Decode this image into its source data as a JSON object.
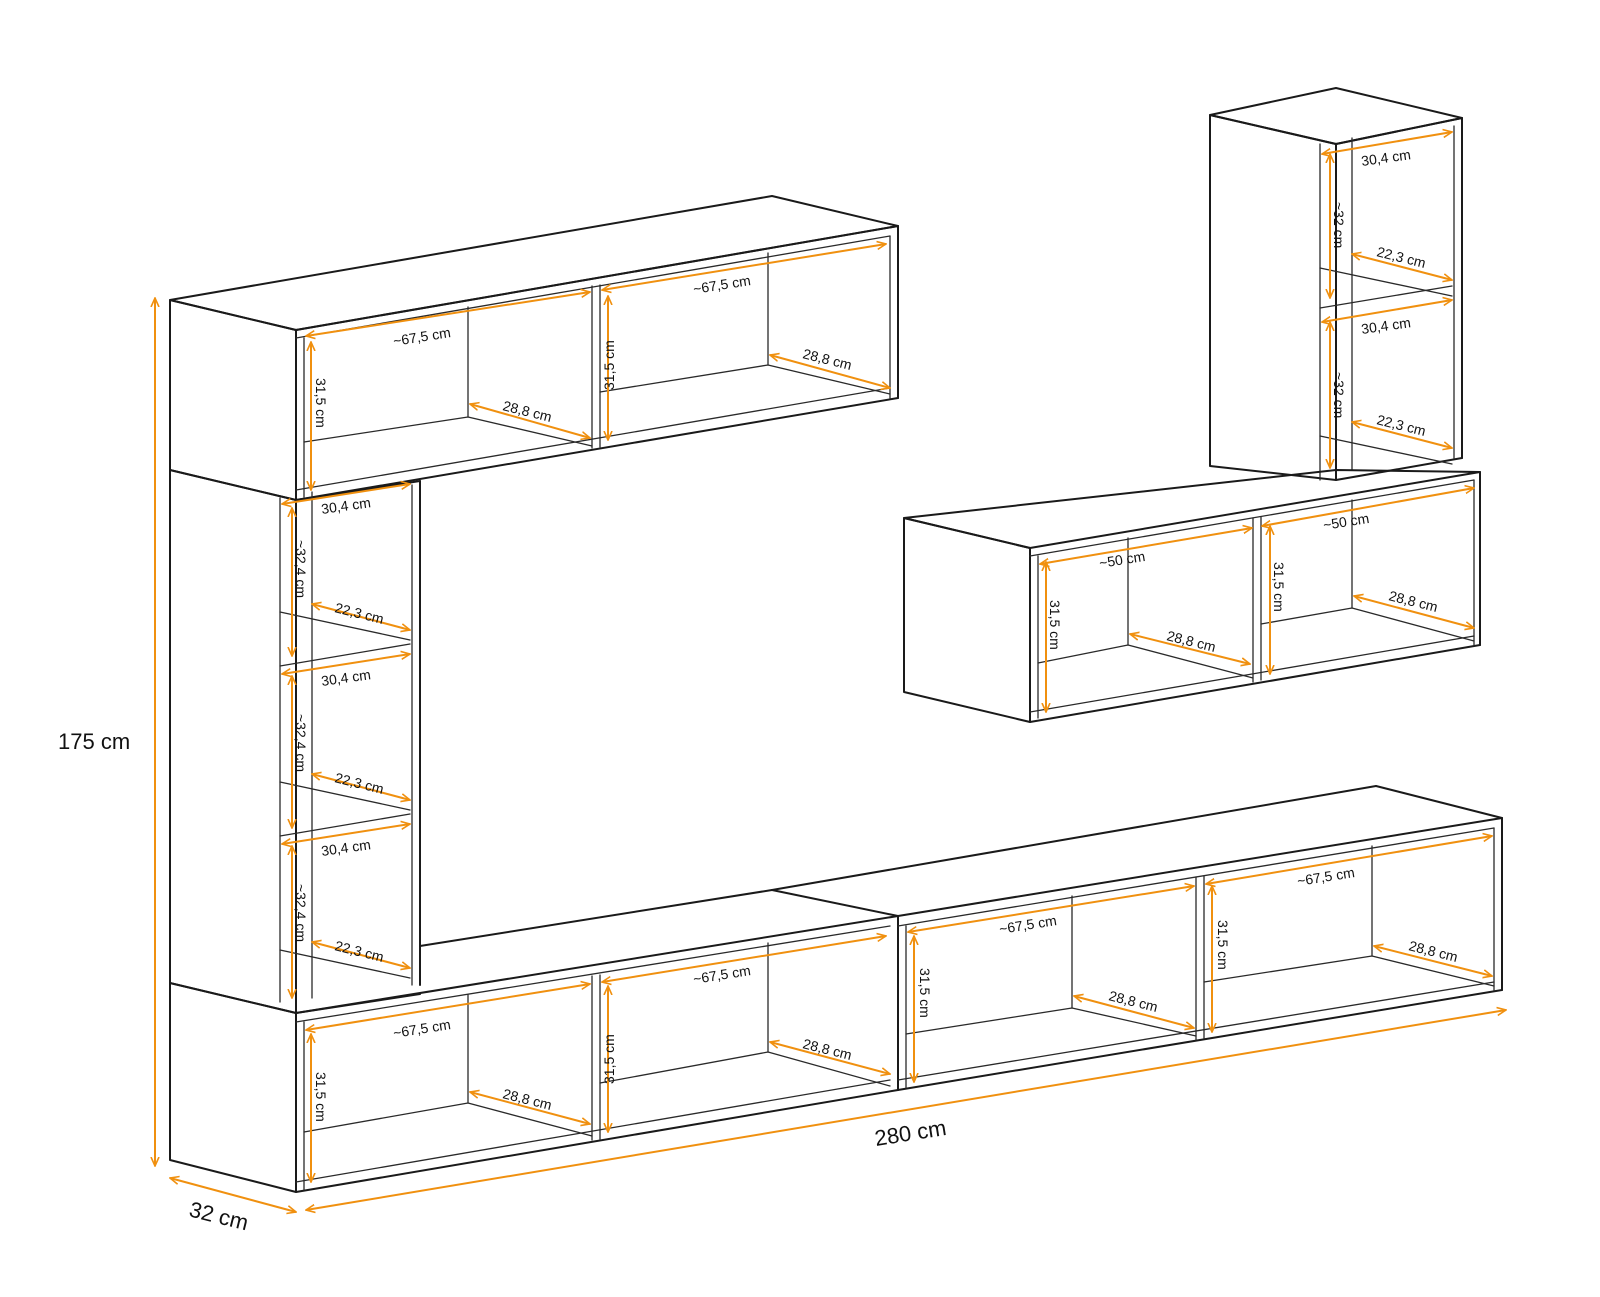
{
  "accent_color": "#f0900f",
  "line_color": "#1a1a1a",
  "overall": {
    "height": "175 cm",
    "depth": "32 cm",
    "width": "280 cm"
  },
  "modules": {
    "top_left_shelf": {
      "width_1": "~67,5 cm",
      "width_2": "~67,5 cm",
      "height_1": "31,5 cm",
      "height_2": "31,5 cm",
      "depth_1": "28,8 cm",
      "depth_2": "28,8 cm"
    },
    "left_tower": {
      "compartments": [
        {
          "width": "30,4 cm",
          "height": "~32,4 cm",
          "depth": "22,3 cm"
        },
        {
          "width": "30,4 cm",
          "height": "~32,4 cm",
          "depth": "22,3 cm"
        },
        {
          "width": "30,4 cm",
          "height": "~32,4 cm",
          "depth": "22,3 cm"
        }
      ]
    },
    "right_tower": {
      "compartments": [
        {
          "width": "30,4 cm",
          "height": "~32 cm",
          "depth": "22,3 cm"
        },
        {
          "width": "30,4 cm",
          "height": "~32 cm",
          "depth": "22,3 cm"
        }
      ]
    },
    "right_middle_shelf": {
      "width_1": "~50 cm",
      "width_2": "~50 cm",
      "height_1": "31,5 cm",
      "height_2": "31,5 cm",
      "depth_1": "28,8 cm",
      "depth_2": "28,8 cm"
    },
    "bottom_left_unit": {
      "width_1": "~67,5 cm",
      "width_2": "~67,5 cm",
      "height_1": "31,5 cm",
      "height_2": "31,5 cm",
      "depth_1": "28,8 cm",
      "depth_2": "28,8 cm"
    },
    "bottom_right_unit": {
      "width_1": "~67,5 cm",
      "width_2": "~67,5 cm",
      "height_1": "31,5 cm",
      "height_2": "31,5 cm",
      "depth_1": "28,8 cm",
      "depth_2": "28,8 cm"
    }
  }
}
